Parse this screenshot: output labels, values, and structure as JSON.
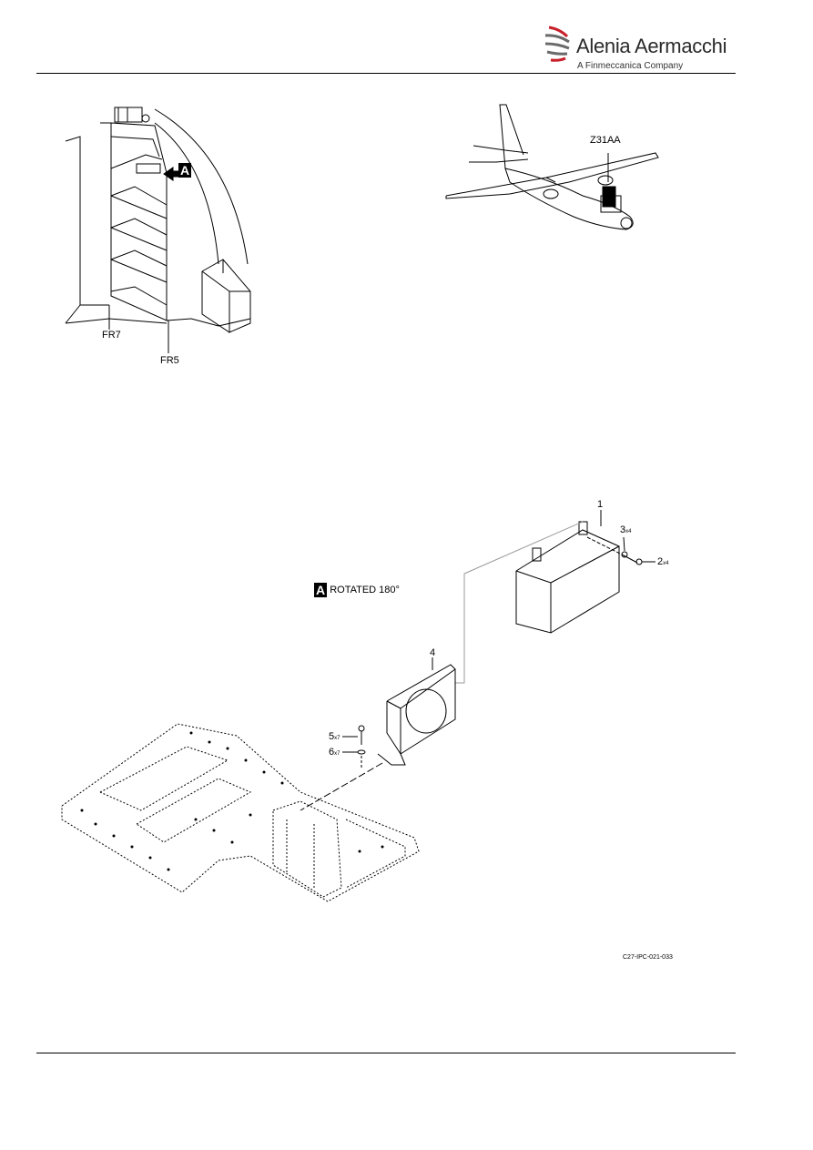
{
  "header": {
    "brand_name": "Alenia Aermacchi",
    "brand_tagline": "A Finmeccanica Company"
  },
  "locator": {
    "frame_left": "FR7",
    "frame_right": "FR5",
    "view_marker": "A",
    "zone": "Z31AA"
  },
  "detail": {
    "view_marker": "A",
    "view_note": "ROTATED 180°",
    "items": [
      {
        "num": "1",
        "qty": ""
      },
      {
        "num": "2",
        "qty": "x4"
      },
      {
        "num": "3",
        "qty": "x4"
      },
      {
        "num": "4",
        "qty": ""
      },
      {
        "num": "5",
        "qty": "x7"
      },
      {
        "num": "6",
        "qty": "x7"
      }
    ]
  },
  "figure_ref": "C27-IPC-021-033",
  "colors": {
    "logo_red": "#c8202a",
    "logo_gray": "#6a6a6a"
  }
}
